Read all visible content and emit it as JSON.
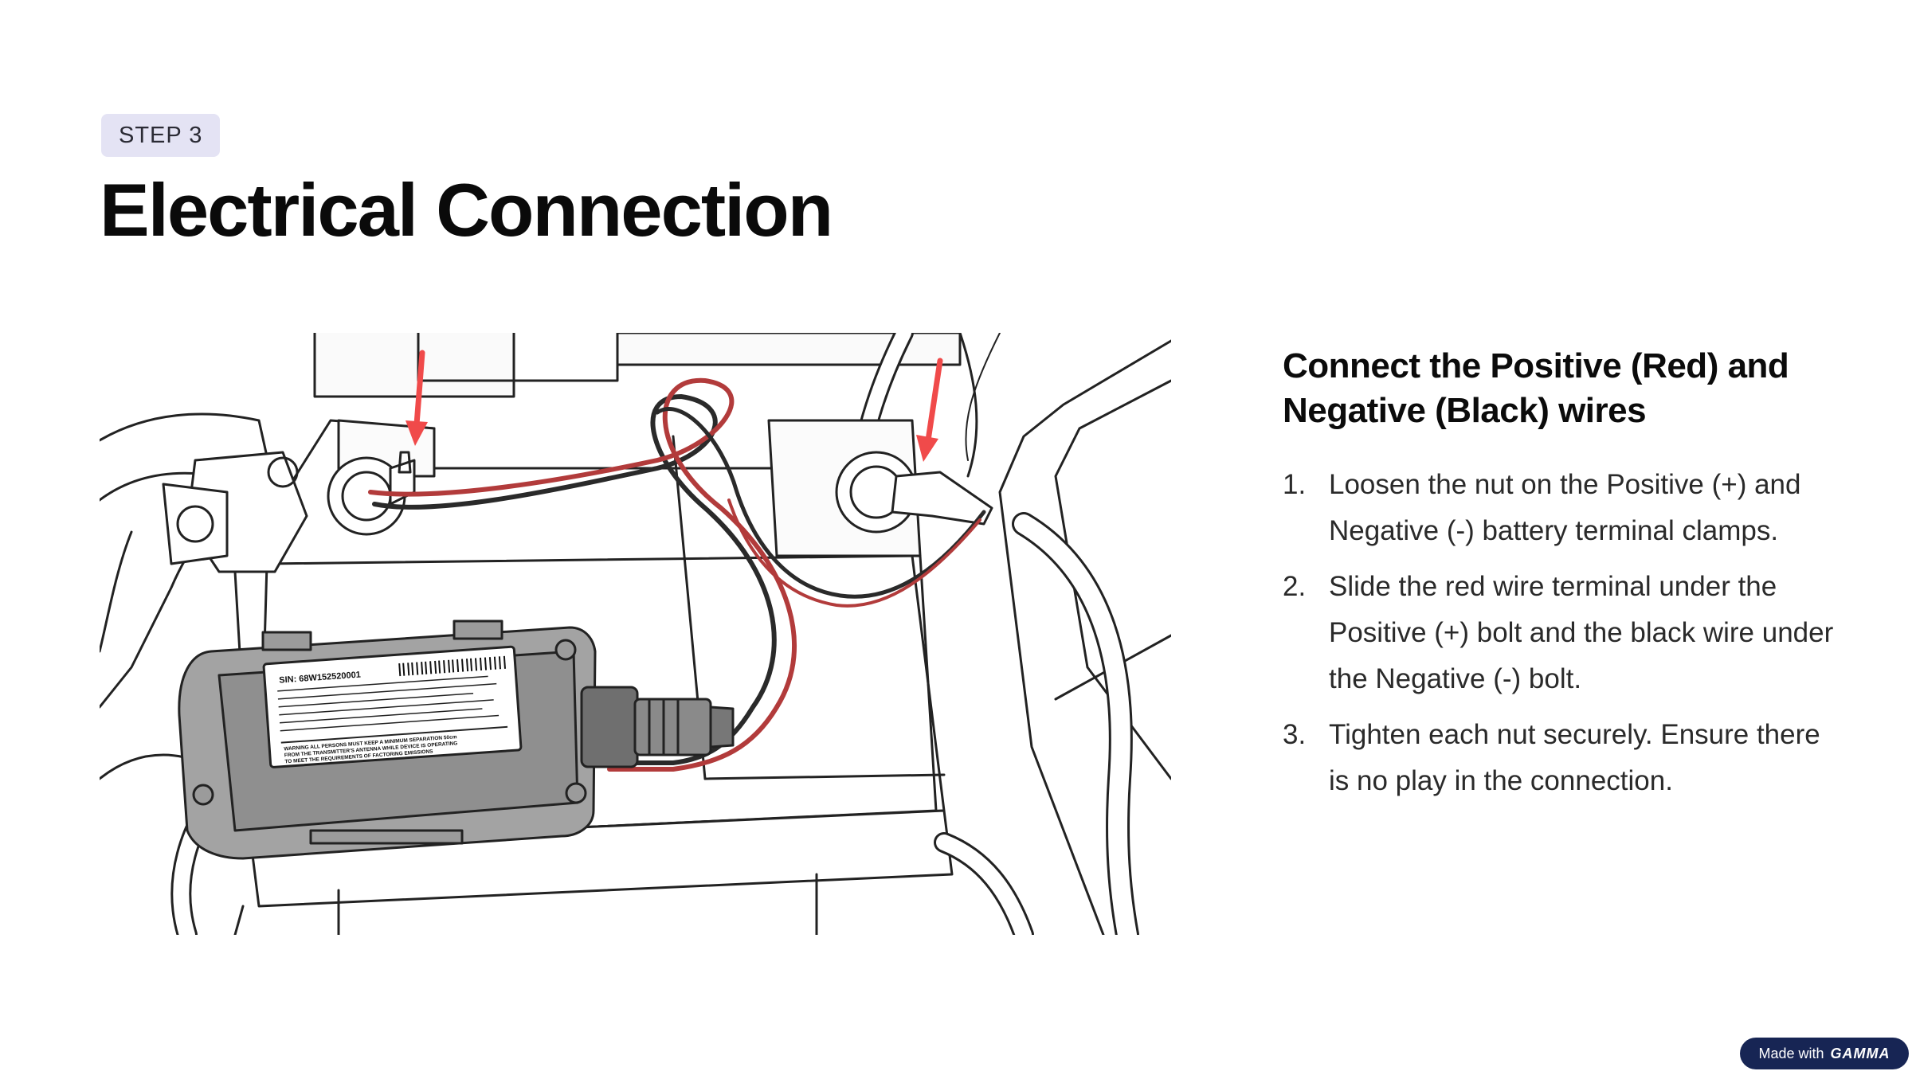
{
  "step_label": "STEP 3",
  "title": "Electrical Connection",
  "illustration": {
    "serial": "SIN: 68W152520001",
    "warning_lines": [
      "WARNING ALL PERSONS MUST KEEP A MINIMUM SEPARATION 50cm",
      "FROM THE TRANSMITTER'S ANTENNA WHILE DEVICE IS OPERATING",
      "TO MEET THE REQUIREMENTS OF FACTORING EMISSIONS"
    ]
  },
  "subheading": "Connect the Positive (Red) and Negative (Black) wires",
  "steps": [
    {
      "num": "1.",
      "text": "Loosen the nut on the Positive (+) and Negative (-) battery terminal clamps."
    },
    {
      "num": "2.",
      "text": "Slide the red wire terminal under the Positive (+) bolt and the black wire under the Negative (-) bolt."
    },
    {
      "num": "3.",
      "text": "Tighten each nut securely. Ensure there is no play in the connection."
    }
  ],
  "badge": {
    "prefix": "Made with",
    "brand": "GAMMA"
  },
  "colors": {
    "arrow": "#f04a4a",
    "wire_red": "#b23b3b",
    "wire_black": "#2a2a2a",
    "device": "#9b9b9b",
    "badge_bg": "#172554",
    "step_bg": "#e4e3f4"
  }
}
